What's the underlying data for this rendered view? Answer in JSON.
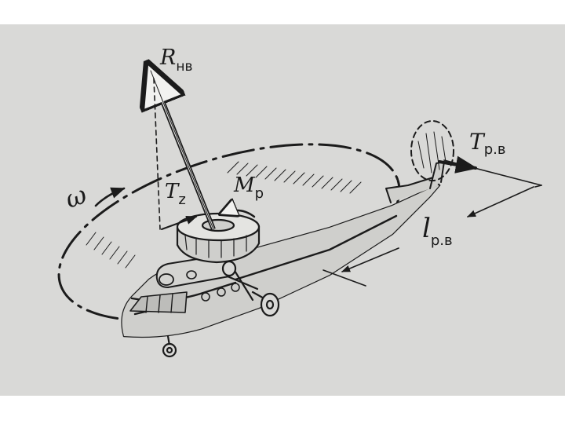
{
  "figure": {
    "background": "#d9d9d7",
    "ink": "#1b1b1b",
    "labels": {
      "main_rotor_thrust": {
        "main": "R",
        "sub": "нв"
      },
      "thrust_component": {
        "main": "T",
        "sub": "z"
      },
      "rotor_moment": {
        "main": "M",
        "sub": "р"
      },
      "angular_velocity": {
        "main": "ω"
      },
      "tail_rotor_thrust": {
        "main": "T",
        "sub": "р.в"
      },
      "tail_rotor_arm": {
        "main": "l",
        "sub": "р.в"
      }
    }
  }
}
